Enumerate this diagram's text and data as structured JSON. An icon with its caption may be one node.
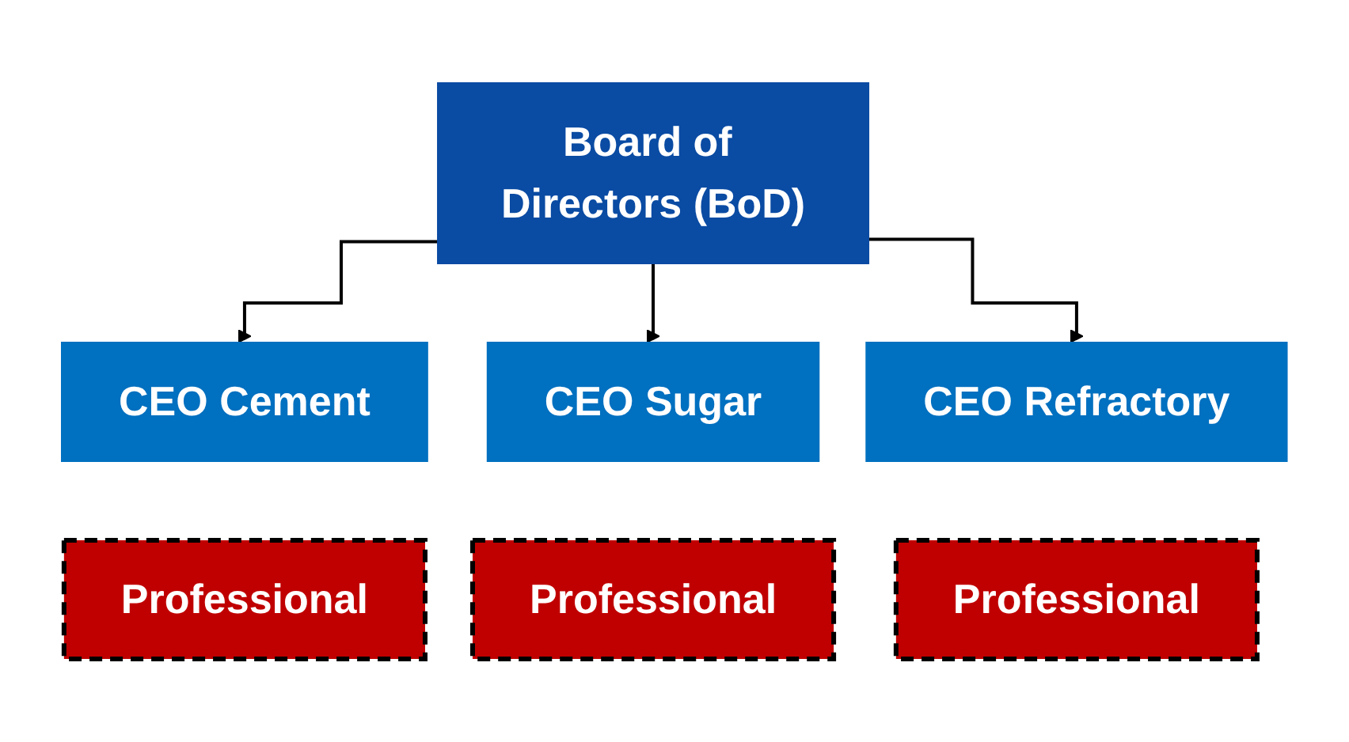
{
  "diagram": {
    "nodes": [
      {
        "text": [
          "Board of Directors (BoD)"
        ]
      },
      {
        "text": [
          "CEO Cement"
        ]
      },
      {
        "text": [
          "CEO Sugar"
        ]
      },
      {
        "text": [
          "CEO Refractory"
        ]
      },
      {
        "text": [
          "Professional"
        ]
      },
      {
        "text": [
          "Professional"
        ]
      },
      {
        "text": [
          "Professional"
        ]
      }
    ],
    "edges": [
      {
        "from": 0,
        "to": 1,
        "arrow": "to"
      },
      {
        "from": 0,
        "to": 2,
        "arrow": "to"
      },
      {
        "from": 0,
        "to": 3,
        "arrow": "to"
      }
    ]
  }
}
